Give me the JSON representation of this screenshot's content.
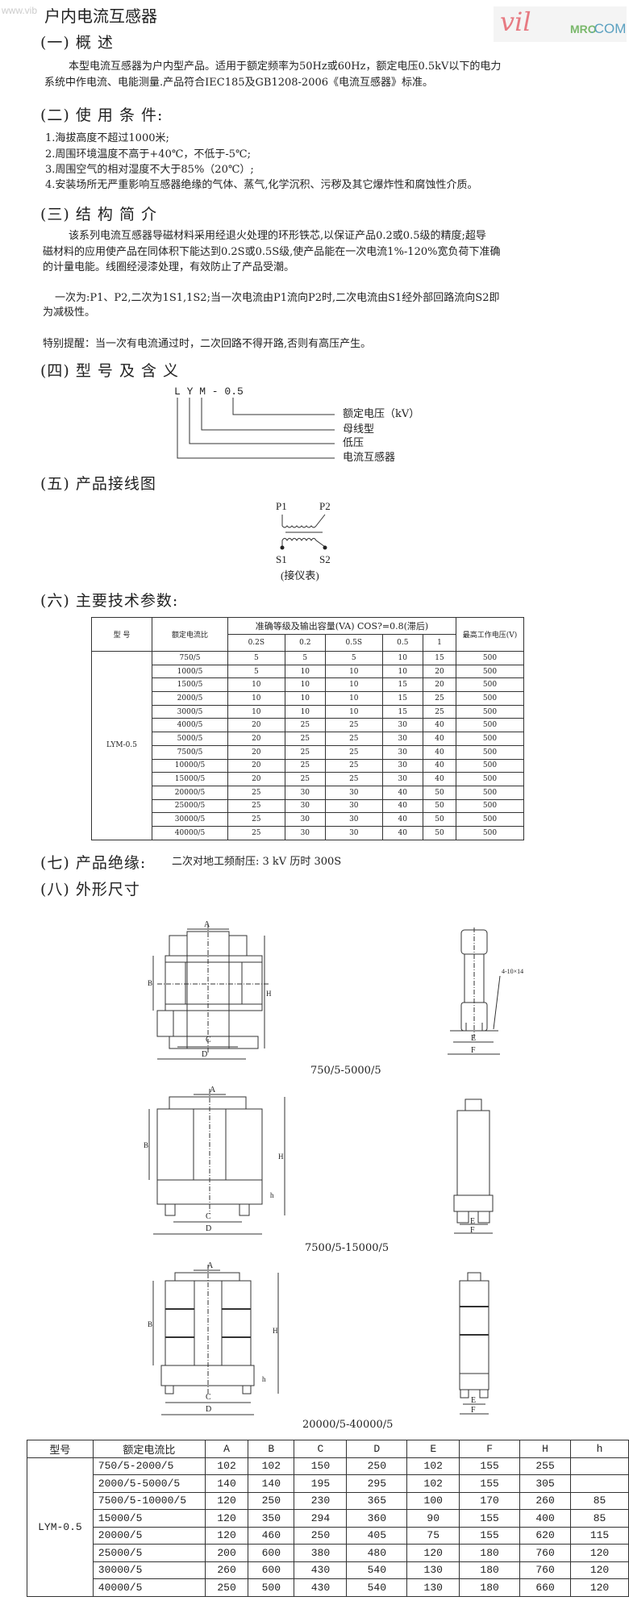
{
  "watermark": "www.vib",
  "logo": {
    "script": "vil",
    "mro": "MRO",
    "com": ".COM"
  },
  "title": "户内电流互感器",
  "s1": {
    "h": "(一)  概      述",
    "p1": "本型电流互感器为户内型产品。适用于额定频率为50Hz或60Hz，额定电压0.5kV以下的电力",
    "p2": "系统中作电流、电能测量.产品符合IEC185及GB1208-2006《电流互感器》标准。"
  },
  "s2": {
    "h": "(二)  使 用 条 件:",
    "items": [
      "1.海拔高度不超过1000米;",
      "2.周围环境温度不高于+40℃，不低于-5℃;",
      "3.周围空气的相对湿度不大于85%（20℃）;",
      "4.安装场所无严重影响互感器绝缘的气体、蒸气,化学沉积、污秽及其它爆炸性和腐蚀性介质。"
    ]
  },
  "s3": {
    "h": "(三)  结 构 简 介",
    "p1": "该系列电流互感器导磁材料采用经退火处理的环形铁芯,以保证产品0.2或0.5级的精度;超导",
    "p2": "磁材料的应用使产品在同体积下能达到0.2S或0.5S级,使产品能在一次电流1%-120%宽负荷下准确",
    "p3": "的计量电能。线圈经浸漆处理，有效防止了产品受潮。",
    "p4": "一次为:P1、P2,二次为1S1,1S2;当一次电流由P1流向P2时,二次电流由S1经外部回路流向S2即",
    "p5": "为减极性。",
    "note": "特别提醒：当一次有电流通过时，二次回路不得开路,否则有高压产生。"
  },
  "s4": {
    "h": "(四)  型 号 及 含 义",
    "code": "L Y M - 0.5",
    "labels": [
      "额定电压（kV）",
      "母线型",
      "低压",
      "电流互感器"
    ]
  },
  "s5": {
    "h": "(五)  产品接线图",
    "p1": "P1",
    "p2": "P2",
    "s1": "S1",
    "s2": "S2",
    "cap": "(接仪表)"
  },
  "s6": {
    "h": "(六)  主要技术参数:",
    "table": {
      "h_model": "型  号",
      "h_ratio": "额定电流比",
      "h_group": "准确等级及输出容量(VA) COS?=0.8(滞后)",
      "h_v": "最高工作电压(V)",
      "classes": [
        "0.2S",
        "0.2",
        "0.5S",
        "0.5",
        "1"
      ],
      "model": "LYM-0.5",
      "rows": [
        [
          "750/5",
          "5",
          "5",
          "5",
          "10",
          "15",
          "500"
        ],
        [
          "1000/5",
          "5",
          "10",
          "10",
          "10",
          "20",
          "500"
        ],
        [
          "1500/5",
          "10",
          "10",
          "10",
          "15",
          "20",
          "500"
        ],
        [
          "2000/5",
          "10",
          "10",
          "10",
          "15",
          "25",
          "500"
        ],
        [
          "3000/5",
          "10",
          "10",
          "10",
          "15",
          "25",
          "500"
        ],
        [
          "4000/5",
          "20",
          "25",
          "25",
          "30",
          "40",
          "500"
        ],
        [
          "5000/5",
          "20",
          "25",
          "25",
          "30",
          "40",
          "500"
        ],
        [
          "7500/5",
          "20",
          "25",
          "25",
          "30",
          "40",
          "500"
        ],
        [
          "10000/5",
          "20",
          "25",
          "25",
          "30",
          "40",
          "500"
        ],
        [
          "15000/5",
          "20",
          "25",
          "25",
          "30",
          "40",
          "500"
        ],
        [
          "20000/5",
          "25",
          "30",
          "30",
          "40",
          "50",
          "500"
        ],
        [
          "25000/5",
          "25",
          "30",
          "30",
          "40",
          "50",
          "500"
        ],
        [
          "30000/5",
          "25",
          "30",
          "30",
          "40",
          "50",
          "500"
        ],
        [
          "40000/5",
          "25",
          "30",
          "30",
          "40",
          "50",
          "500"
        ]
      ]
    }
  },
  "s7": {
    "h": "(七)  产品绝缘:",
    "text": "二次对地工频耐压:    3  kV    历时   300S"
  },
  "s8": {
    "h": "(八)  外形尺寸",
    "dims": {
      "A": "A",
      "B": "B",
      "C": "C",
      "D": "D",
      "E": "E",
      "F": "F",
      "H": "H",
      "h": "h",
      "hole": "4-10×14"
    },
    "captions": [
      "750/5-5000/5",
      "7500/5-15000/5",
      "20000/5-40000/5"
    ],
    "table": {
      "headers": [
        "型号",
        "额定电流比",
        "A",
        "B",
        "C",
        "D",
        "E",
        "F",
        "H",
        "h"
      ],
      "model": "LYM-0.5",
      "rows": [
        [
          "750/5-2000/5",
          "102",
          "102",
          "150",
          "250",
          "102",
          "155",
          "255",
          ""
        ],
        [
          "2000/5-5000/5",
          "140",
          "140",
          "195",
          "295",
          "102",
          "155",
          "305",
          ""
        ],
        [
          "7500/5-10000/5",
          "120",
          "250",
          "230",
          "365",
          "100",
          "170",
          "260",
          "85"
        ],
        [
          "15000/5",
          "120",
          "350",
          "294",
          "360",
          "90",
          "155",
          "400",
          "85"
        ],
        [
          "20000/5",
          "120",
          "460",
          "250",
          "405",
          "75",
          "155",
          "620",
          "115"
        ],
        [
          "25000/5",
          "200",
          "600",
          "380",
          "480",
          "120",
          "180",
          "760",
          "120"
        ],
        [
          "30000/5",
          "260",
          "600",
          "430",
          "540",
          "130",
          "180",
          "760",
          "120"
        ],
        [
          "40000/5",
          "250",
          "500",
          "430",
          "540",
          "130",
          "180",
          "660",
          "120"
        ]
      ]
    }
  }
}
